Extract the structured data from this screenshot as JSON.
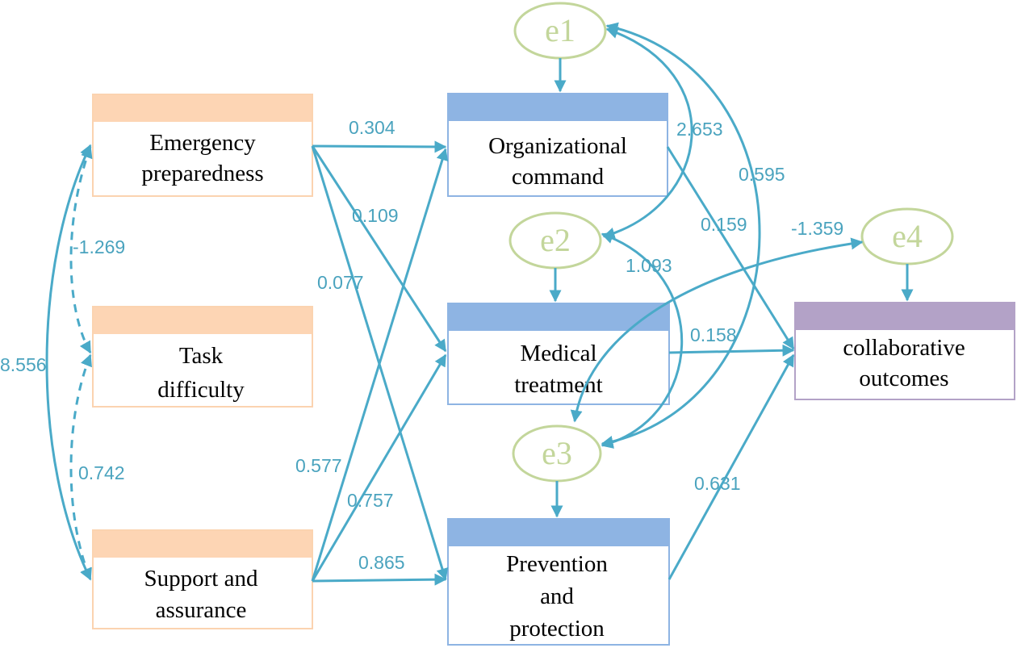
{
  "colors": {
    "arrow": "#4aaac8",
    "coef_text": "#4aa3be",
    "exogenous_fill": "#fdd5b4",
    "exogenous_border": "#fbd3b0",
    "mediator_fill": "#8eb4e3",
    "mediator_border": "#8eb4e3",
    "outcome_fill": "#b3a2c7",
    "outcome_border": "#b3a2c7",
    "error_border": "#c3d69b",
    "error_text": "#c3d69b"
  },
  "nodes": {
    "emergency": {
      "lines": [
        "Emergency",
        "preparedness"
      ]
    },
    "task": {
      "lines": [
        "Task",
        "difficulty"
      ]
    },
    "support": {
      "lines": [
        "Support and",
        "assurance"
      ]
    },
    "org": {
      "lines": [
        "Organizational",
        "command"
      ]
    },
    "medical": {
      "lines": [
        "Medical",
        "treatment"
      ]
    },
    "prevention": {
      "lines": [
        "Prevention",
        "and",
        "protection"
      ]
    },
    "collab": {
      "lines": [
        "collaborative",
        "outcomes"
      ]
    }
  },
  "errors": {
    "e1": "e1",
    "e2": "e2",
    "e3": "e3",
    "e4": "e4"
  },
  "coefficients": {
    "ep_org": "0.304",
    "ep_med": "0.109",
    "ep_prev": "0.077",
    "sa_org": "0.577",
    "sa_med": "0.757",
    "sa_prev": "0.865",
    "org_col": "0.159",
    "med_col": "0.158",
    "prev_col": "0.631",
    "cov_ep_task": "-1.269",
    "cov_task_sa": "0.742",
    "cov_ep_sa": "8.556",
    "cov_e1_e2": "2.653",
    "cov_e1_e3": "0.595",
    "cov_e2_e3": "1.093",
    "cov_e4_e3": "-1.359"
  }
}
